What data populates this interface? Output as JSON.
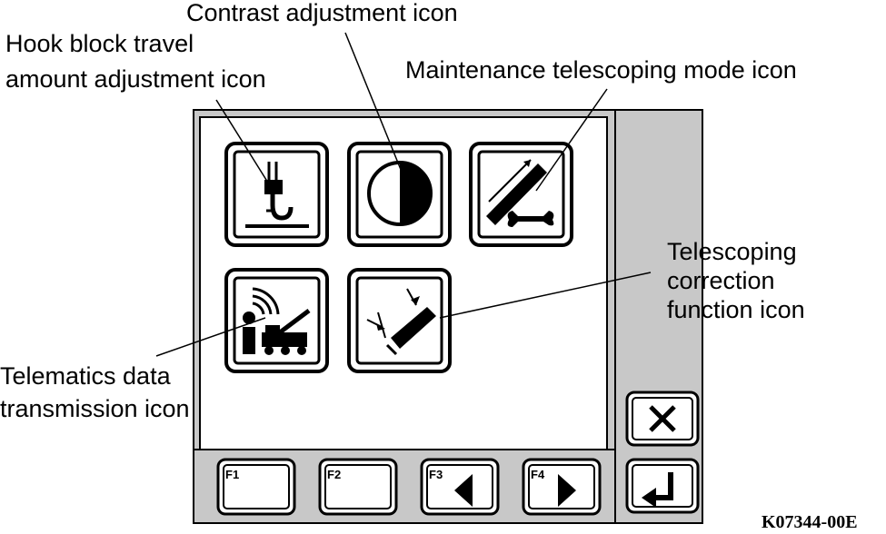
{
  "callouts": {
    "contrast": "Contrast adjustment icon",
    "hook_line1": "Hook block travel",
    "hook_line2": "amount adjustment icon",
    "maintenance": "Maintenance telescoping mode icon",
    "tele_line1": "Telescoping",
    "tele_line2": "correction",
    "tele_line3": "function icon",
    "telematics_line1": "Telematics data",
    "telematics_line2": "transmission icon"
  },
  "function_keys": [
    "F1",
    "F2",
    "F3",
    "F4"
  ],
  "figure_code": "K07344-00E",
  "icons": {
    "hook": "hook-block-icon",
    "contrast": "contrast-icon",
    "maintenance": "maintenance-telescoping-icon",
    "telematics": "telematics-icon",
    "tele_correction": "telescoping-correction-icon",
    "close": "close-icon",
    "enter": "enter-icon",
    "left_arrow": "left-arrow-icon",
    "right_arrow": "right-arrow-icon"
  }
}
